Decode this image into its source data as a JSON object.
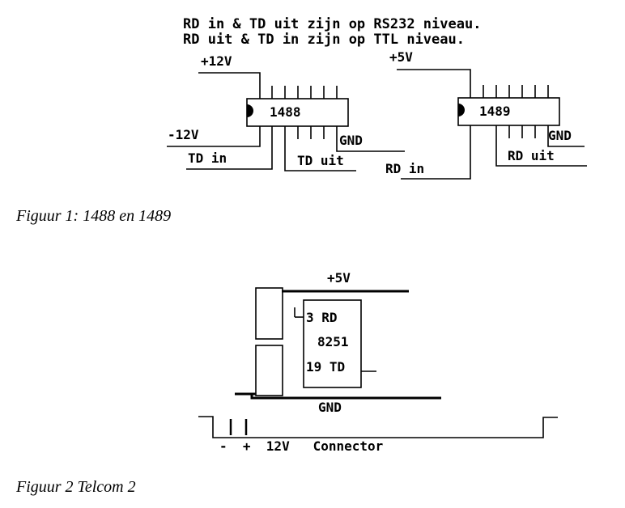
{
  "figure1": {
    "note_line1": "RD in & TD uit zijn op RS232 niveau.",
    "note_line2": "RD uit & TD in zijn op TTL niveau.",
    "chip_1488": {
      "name": "1488",
      "plus12v": "+12V",
      "minus12v": "-12V",
      "gnd": "GND",
      "td_in": "TD in",
      "td_uit": "TD uit"
    },
    "chip_1489": {
      "name": "1489",
      "plus5v": "+5V",
      "gnd": "GND",
      "rd_in": "RD in",
      "rd_uit": "RD uit"
    },
    "caption": "Figuur 1: 1488 en 1489"
  },
  "figure2": {
    "plus5v": "+5V",
    "chip_name": "8251",
    "pin_rd": "3 RD",
    "pin_td": "19 TD",
    "gnd": "GND",
    "connector_label": "-  +  12V   Connector",
    "caption": "Figuur 2 Telcom 2"
  }
}
